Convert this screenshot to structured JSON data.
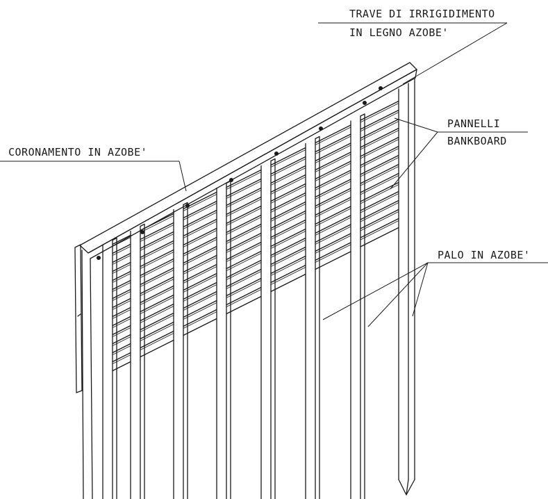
{
  "labels": {
    "trave_line1": "TRAVE DI IRRIGIDIMENTO",
    "trave_line2": "IN LEGNO AZOBE'",
    "pannelli_line1": "PANNELLI",
    "pannelli_line2": "BANKBOARD",
    "coronamento": "CORONAMENTO IN AZOBE'",
    "palo": "PALO IN AZOBE'"
  },
  "colors": {
    "ink": "#1a1a1a",
    "background": "#ffffff"
  }
}
